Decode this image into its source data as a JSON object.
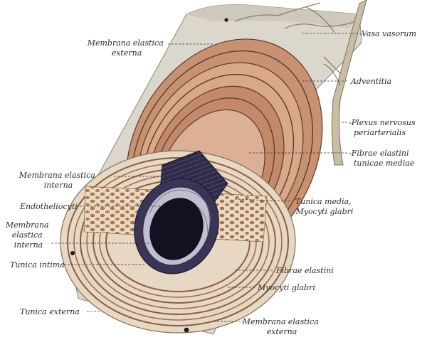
{
  "labels": {
    "membrana_elastica_externa_top": [
      "Membrana elastica",
      "externa"
    ],
    "vasa_vasorum": [
      "-Vasa vasorum"
    ],
    "adventitia": [
      "Adventitia"
    ],
    "plexus_nervosus": [
      "-Plexus nervosus",
      "periarterialis"
    ],
    "fibrae_elastini_tunicae_mediae": [
      "-Fibrae elastini",
      "tunicae mediae"
    ],
    "membrana_elastica_interna_top": [
      "Membrana elastica",
      "interna"
    ],
    "endotheliocyti": [
      "Endotheliocyti"
    ],
    "tunica_media": [
      "Tunica media,",
      "Myocyti glabri"
    ],
    "membrana_elastica_interna_left": [
      "Membrana",
      "elastica",
      "interna"
    ],
    "tunica_intima": [
      "Tunica intima"
    ],
    "fibrae_elastini": [
      "Fibrae elastini"
    ],
    "myocyti_glabri": [
      "Myocyti glabri"
    ],
    "tunica_externa": [
      "Tunica externa"
    ],
    "membrana_elastica_externa_bottom": [
      "Membrana elastica",
      "externa"
    ]
  },
  "colors": {
    "adventitia": "#d9d4c8",
    "media_band": "#b07a5e",
    "media_light": "#e8c9b0",
    "elastic_dark": "#5a3a2e",
    "intima": "#2e2a44",
    "lumen": "#141222",
    "cut_face": "#e6d8c2",
    "nerve": "#9c8f7c"
  }
}
